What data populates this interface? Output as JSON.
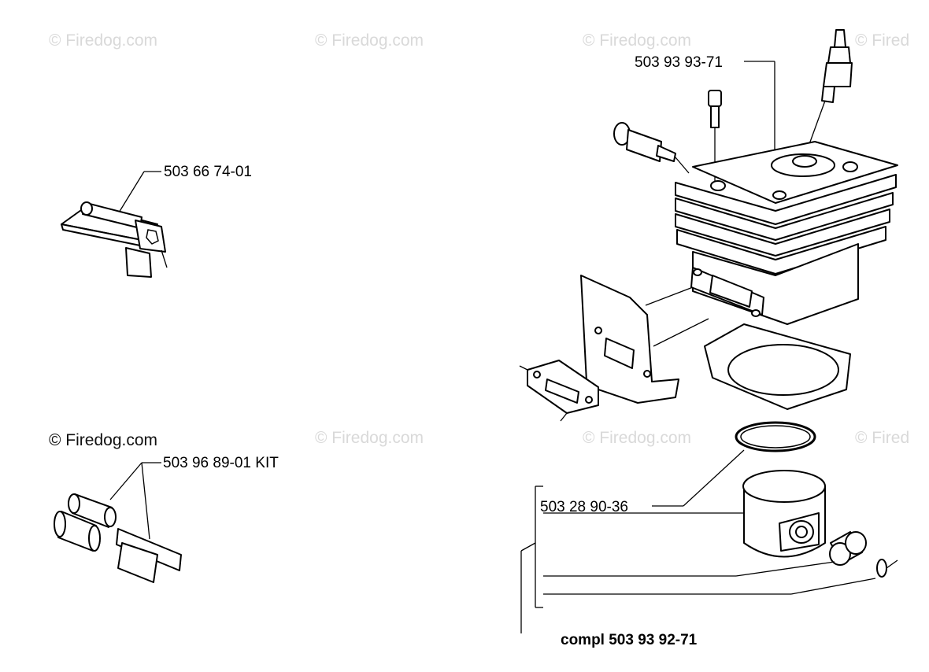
{
  "watermarks": {
    "w1": "© Firedog.com",
    "w2": "© Firedog.com",
    "w3": "© Firedog.com",
    "w4": "© Fired",
    "w5": "© Firedog.com",
    "w6": "© Firedog.com",
    "w7": "© Fired",
    "w8": "© Firedog.com"
  },
  "parts": {
    "decompression_valve": "503 66 74-01",
    "pin_kit": "503 96 89-01 KIT",
    "cylinder": "503 93 93-71",
    "piston_ring": "503 28 90-36",
    "complete_assembly": "compl 503 93 92-71"
  }
}
